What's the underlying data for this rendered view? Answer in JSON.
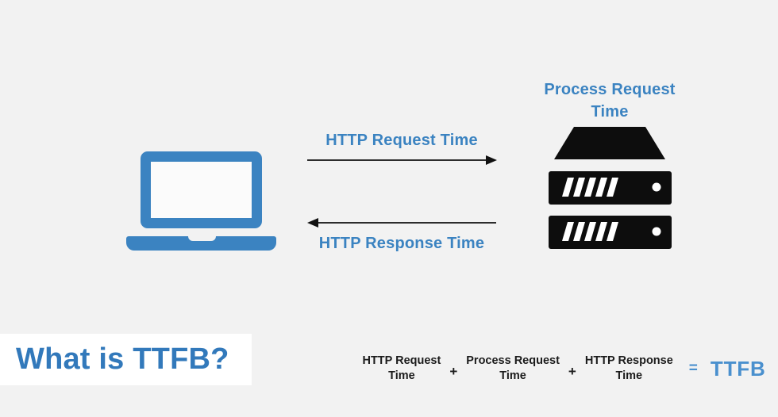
{
  "colors": {
    "background": "#f2f2f2",
    "accent_blue": "#3b83c1",
    "formula_blue": "#4a90ce",
    "icon_black": "#0d0d0d",
    "banner_white": "#ffffff"
  },
  "title": "What is TTFB?",
  "diagram": {
    "client_icon": "laptop-icon",
    "server_icon": "server-icon",
    "request_arrow_direction": "right",
    "response_arrow_direction": "left",
    "request_label": "HTTP Request Time",
    "response_label": "HTTP Response Time",
    "process_label": "Process Request Time"
  },
  "formula": {
    "terms": [
      {
        "line1": "HTTP Request",
        "line2": "Time"
      },
      {
        "line1": "Process Request",
        "line2": "Time"
      },
      {
        "line1": "HTTP Response",
        "line2": "Time"
      }
    ],
    "plus_sign": "+",
    "equals_sign": "=",
    "result": "TTFB"
  }
}
